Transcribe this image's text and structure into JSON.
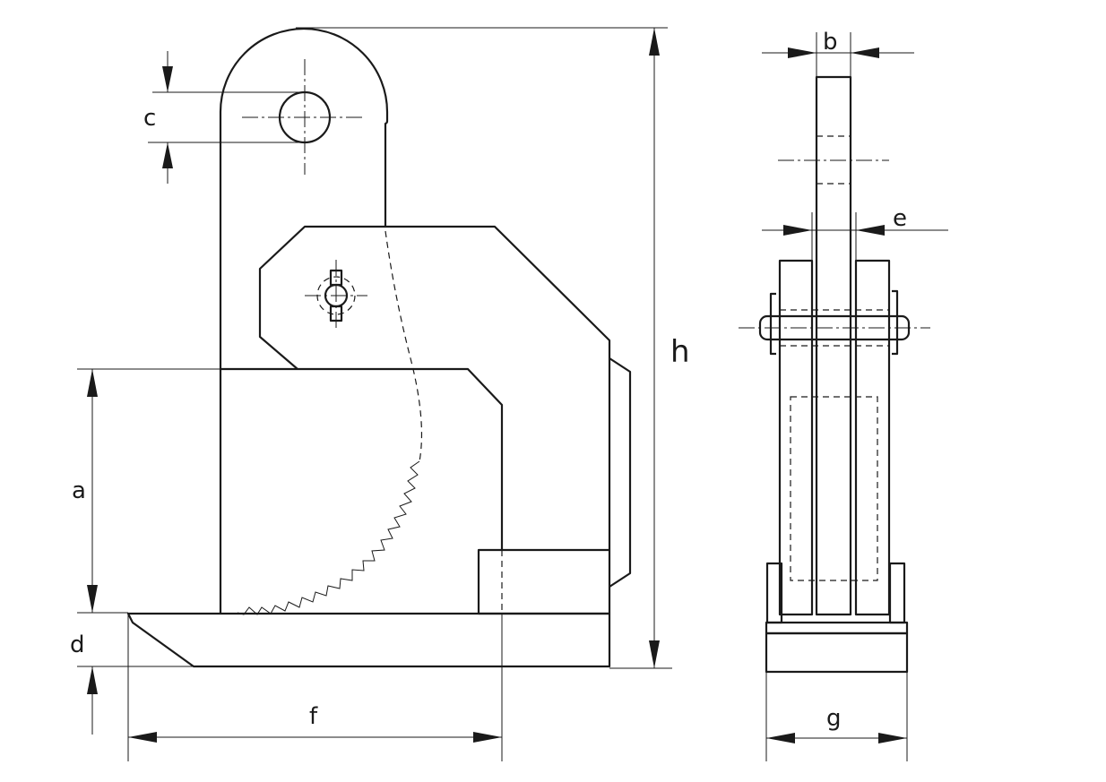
{
  "dimension_labels": {
    "a": "a",
    "b": "b",
    "c": "c",
    "d": "d",
    "e": "e",
    "f": "f",
    "g": "g",
    "h": "h"
  }
}
